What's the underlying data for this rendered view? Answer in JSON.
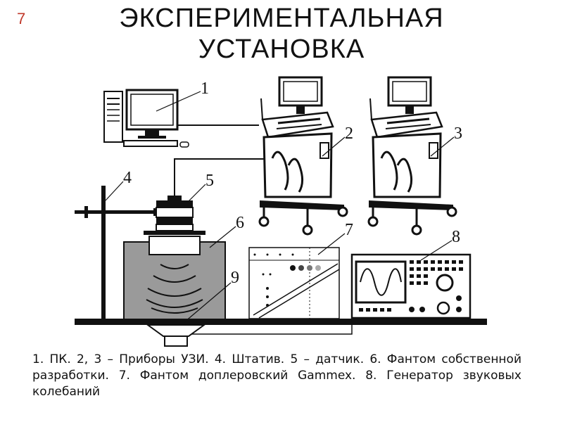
{
  "slide_number": "7",
  "title": {
    "line1": "ЭКСПЕРИМЕНТАЛЬНАЯ",
    "line2": "УСТАНОВКА"
  },
  "callouts": [
    "1",
    "2",
    "3",
    "4",
    "5",
    "6",
    "7",
    "8",
    "9"
  ],
  "caption": "1. ПК. 2, 3 – Приборы УЗИ. 4. Штатив. 5 – датчик. 6. Фантом собственной разработки. 7. Фантом доплеровский Gammex. 8. Генератор звуковых колебаний"
}
